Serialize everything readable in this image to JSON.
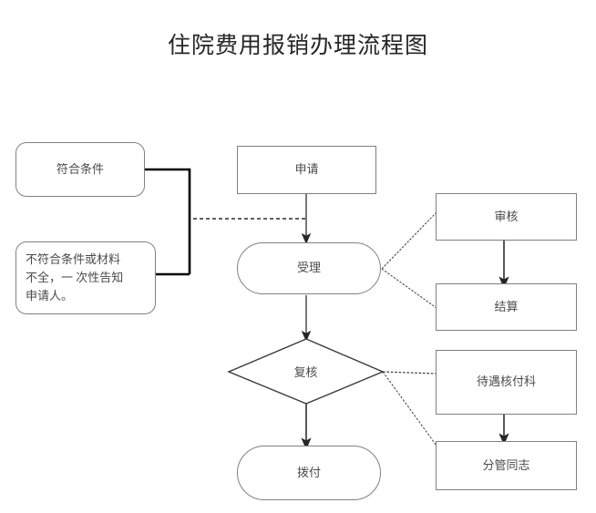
{
  "document": {
    "title": "住院费用报销办理流程图"
  },
  "colors": {
    "node_border": "#808080",
    "node_fill": "#ffffff",
    "text": "#4a4a4a",
    "title_text": "#262626",
    "solid_connector": "#000000",
    "thin_connector": "#2b2b2b",
    "dotted_connector": "#555555",
    "arrow": "#262626"
  },
  "nodes": {
    "eligible": {
      "label": "符合条件",
      "shape": "rounded-rectangle"
    },
    "not_eligible": {
      "label": "不符合条件或材料\n不全，一 次性告知\n申请人。",
      "shape": "rounded-rectangle"
    },
    "apply": {
      "label": "申请",
      "shape": "rectangle"
    },
    "accept": {
      "label": "受理",
      "shape": "pill"
    },
    "review": {
      "label": "复核",
      "shape": "diamond"
    },
    "disburse": {
      "label": "拨付",
      "shape": "pill"
    },
    "audit": {
      "label": "审核",
      "shape": "rectangle"
    },
    "settle": {
      "label": "结算",
      "shape": "rectangle"
    },
    "benefit_dept": {
      "label": "待遇核付科",
      "shape": "rectangle"
    },
    "supervisor": {
      "label": "分管同志",
      "shape": "rectangle"
    }
  },
  "edges": [
    {
      "name": "eligible-to-bracket",
      "from": "eligible",
      "to": "branch-junction",
      "style": "solid-thick",
      "arrow": false
    },
    {
      "name": "not-eligible-to-bracket",
      "from": "not_eligible",
      "to": "branch-junction",
      "style": "solid-thick",
      "arrow": false
    },
    {
      "name": "branch-to-accept",
      "from": "branch-junction",
      "to": "accept",
      "style": "dotted",
      "arrow": false
    },
    {
      "name": "apply-to-accept",
      "from": "apply",
      "to": "accept",
      "style": "solid",
      "arrow": true
    },
    {
      "name": "accept-to-audit",
      "from": "accept",
      "to": "audit",
      "style": "dotted-thin",
      "arrow": false
    },
    {
      "name": "accept-to-settle",
      "from": "accept",
      "to": "settle",
      "style": "dotted-thin",
      "arrow": false
    },
    {
      "name": "audit-to-settle",
      "from": "audit",
      "to": "settle",
      "style": "solid",
      "arrow": true
    },
    {
      "name": "accept-to-review",
      "from": "accept",
      "to": "review",
      "style": "solid",
      "arrow": true
    },
    {
      "name": "review-to-benefit-dept",
      "from": "review",
      "to": "benefit_dept",
      "style": "dotted-thin",
      "arrow": false
    },
    {
      "name": "review-to-supervisor",
      "from": "review",
      "to": "supervisor",
      "style": "dotted-thin",
      "arrow": false
    },
    {
      "name": "benefit-dept-to-supervisor",
      "from": "benefit_dept",
      "to": "supervisor",
      "style": "solid",
      "arrow": true
    },
    {
      "name": "review-to-disburse",
      "from": "review",
      "to": "disburse",
      "style": "solid",
      "arrow": true
    }
  ]
}
